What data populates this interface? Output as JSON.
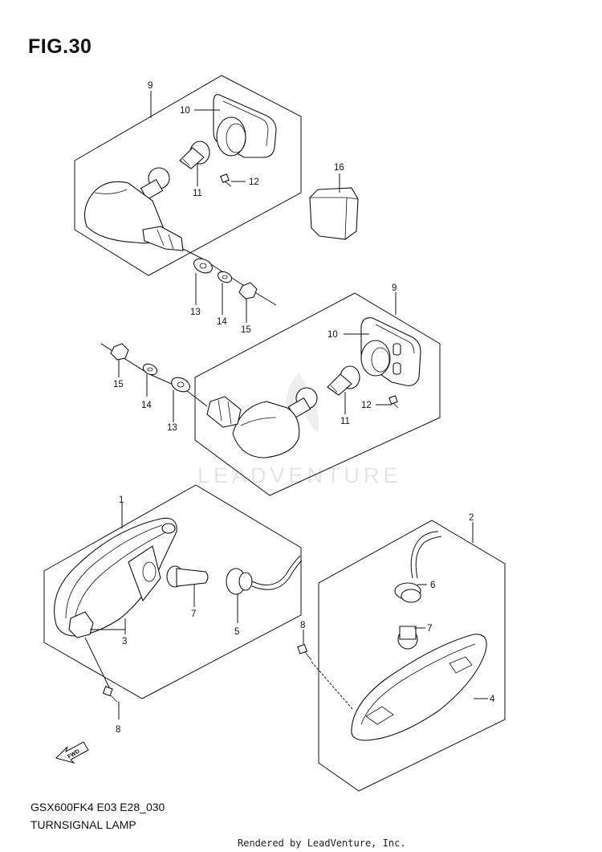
{
  "figure": {
    "title": "FIG.30",
    "model_code": "GSX600FK4 E03 E28_030",
    "name": "TURNSIGNAL LAMP",
    "watermark": "LEADVENTURE",
    "render_credit": "Rendered by LeadVenture, Inc.",
    "fwd_badge": "FWD"
  },
  "callouts": {
    "c1": "1",
    "c2": "2",
    "c3": "3",
    "c4": "4",
    "c5": "5",
    "c6": "6",
    "c7a": "7",
    "c7b": "7",
    "c8a": "8",
    "c8b": "8",
    "c9a": "9",
    "c9b": "9",
    "c10a": "10",
    "c10b": "10",
    "c11a": "11",
    "c11b": "11",
    "c12a": "12",
    "c12b": "12",
    "c13a": "13",
    "c13b": "13",
    "c14a": "14",
    "c14b": "14",
    "c15a": "15",
    "c15b": "15",
    "c16": "16"
  },
  "colors": {
    "ink": "#111111",
    "watermark": "#e4e4e4"
  }
}
